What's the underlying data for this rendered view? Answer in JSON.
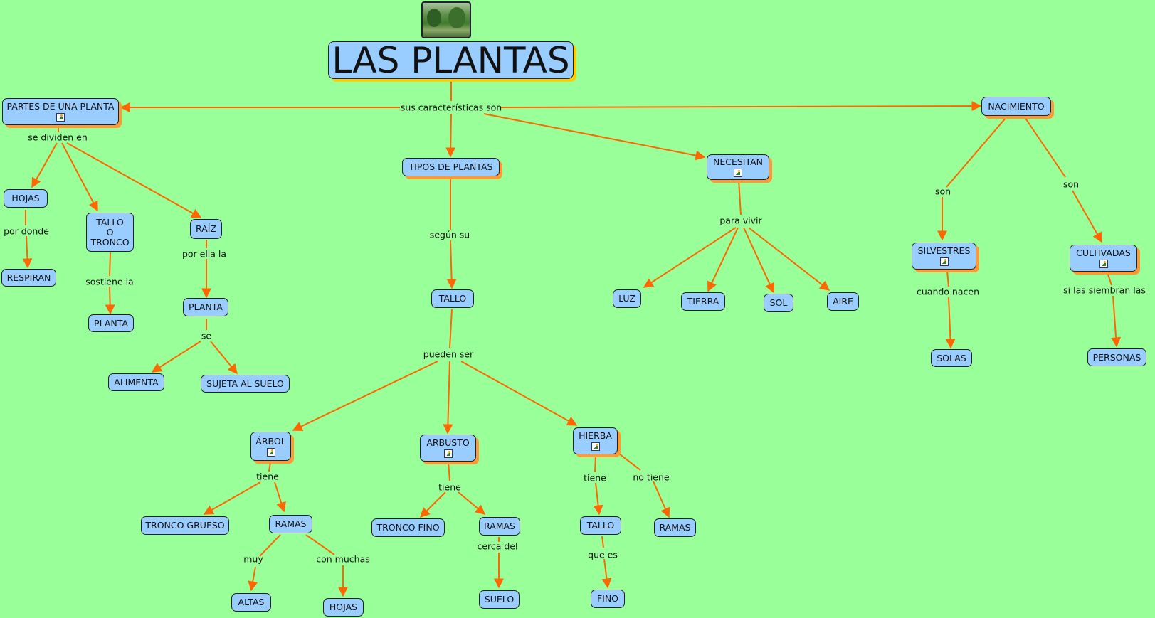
{
  "title": "LAS PLANTAS",
  "nodes": {
    "partes": "PARTES DE UNA PLANTA",
    "tipos": "TIPOS DE PLANTAS",
    "necesitan": "NECESITAN",
    "nacimiento": "NACIMIENTO",
    "hojas": "HOJAS",
    "tallo_tronco": "TALLO\nO\nTRONCO",
    "raiz": "RAÍZ",
    "respiran": "RESPIRAN",
    "planta_soporte": "PLANTA",
    "planta_raiz": "PLANTA",
    "alimenta": "ALIMENTA",
    "sujeta": "SUJETA AL SUELO",
    "tallo": "TALLO",
    "luz": "LUZ",
    "tierra": "TIERRA",
    "sol": "SOL",
    "aire": "AIRE",
    "silvestres": "SILVESTRES",
    "cultivadas": "CULTIVADAS",
    "solas": "SOLAS",
    "personas": "PERSONAS",
    "arbol": "ÁRBOL",
    "arbusto": "ARBUSTO",
    "hierba": "HIERBA",
    "tronco_grueso": "TRONCO GRUESO",
    "ramas_arbol": "RAMAS",
    "tronco_fino": "TRONCO FINO",
    "ramas_arbusto": "RAMAS",
    "tallo_hierba": "TALLO",
    "ramas_hierba": "RAMAS",
    "altas": "ALTAS",
    "hojas_arbol": "HOJAS",
    "suelo": "SUELO",
    "fino": "FINO"
  },
  "links": {
    "caracteristicas": "sus características son",
    "se_dividen": "se dividen en",
    "por_donde": "por donde",
    "sostiene": "sostiene la",
    "por_ella": "por ella la",
    "se": "se",
    "segun_su": "según su",
    "pueden_ser": "pueden ser",
    "para_vivir": "para vivir",
    "son_silv": "son",
    "son_cult": "son",
    "cuando_nacen": "cuando nacen",
    "si_siembran": "si las siembran las",
    "tiene_arbol": "tiene",
    "muy": "muy",
    "con_muchas": "con muchas",
    "tiene_arbusto": "tiene",
    "cerca_del": "cerca del",
    "tiene_hierba": "tiene",
    "no_tiene": "no tiene",
    "que_es": "que es"
  },
  "colors": {
    "background": "#99ff99",
    "node": "#99ccff",
    "shadow": "#ff9933",
    "link": "#ff6600"
  },
  "icons": [
    "image-icon",
    "plant-photo"
  ]
}
